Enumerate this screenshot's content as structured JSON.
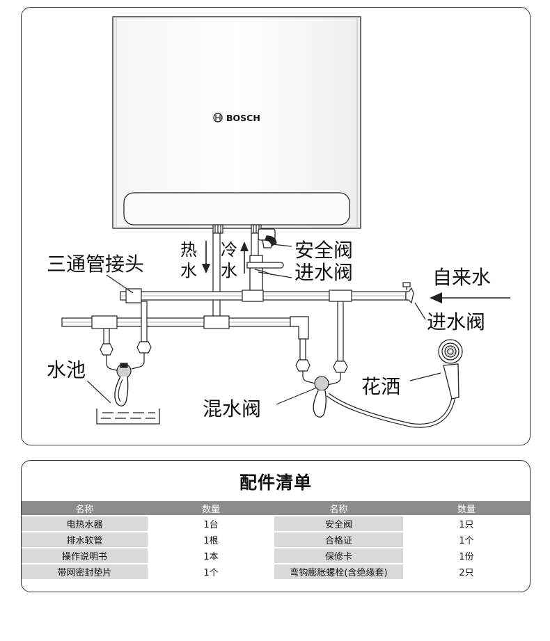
{
  "diagram": {
    "brand": "BOSCH",
    "labels": {
      "tee_joint": "三通管接头",
      "hot_water_1": "热",
      "hot_water_2": "水",
      "cold_water_1": "冷",
      "cold_water_2": "水",
      "safety_valve": "安全阀",
      "inlet_valve_top": "进水阀",
      "tap_water": "自来水",
      "inlet_valve_right": "进水阀",
      "sink": "水池",
      "shower": "花洒",
      "mixing_valve": "混水阀"
    }
  },
  "parts_list": {
    "title": "配件清单",
    "headers": [
      "名称",
      "数量",
      "名称",
      "数量"
    ],
    "rows": [
      [
        "电热水器",
        "1台",
        "安全阀",
        "1只"
      ],
      [
        "排水软管",
        "1根",
        "合格证",
        "1个"
      ],
      [
        "操作说明书",
        "1本",
        "保修卡",
        "1份"
      ],
      [
        "带网密封垫片",
        "1个",
        "弯钩膨胀螺栓(含绝缘套)",
        "2只"
      ]
    ]
  }
}
